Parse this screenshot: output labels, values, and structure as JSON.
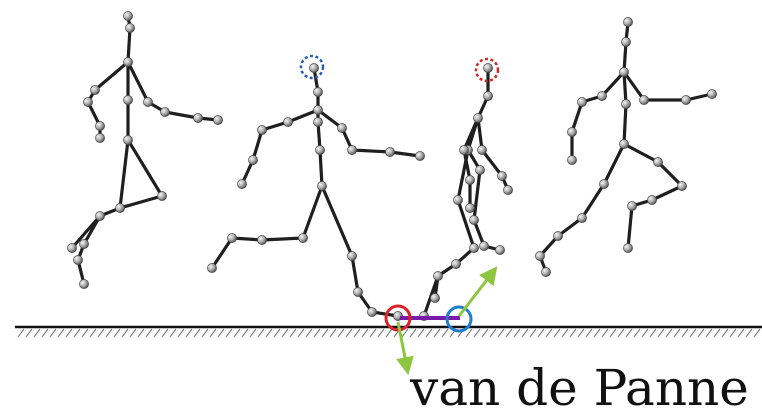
{
  "caption": "van de Panne",
  "figures": [
    "figure-1",
    "figure-2",
    "figure-3",
    "figure-4"
  ],
  "colors": {
    "bone": "#1f1f1f",
    "joint": "#9a9a9a",
    "ground": "#111111",
    "hatch": "#6b6b6b",
    "head_marker_blue": "#2a5fb3",
    "head_marker_red": "#d12a2a",
    "contact_red": "#d6242a",
    "contact_blue": "#1e7fd0",
    "force_arrow": "#8cc63f",
    "support_bar": "#7a1aa8"
  }
}
